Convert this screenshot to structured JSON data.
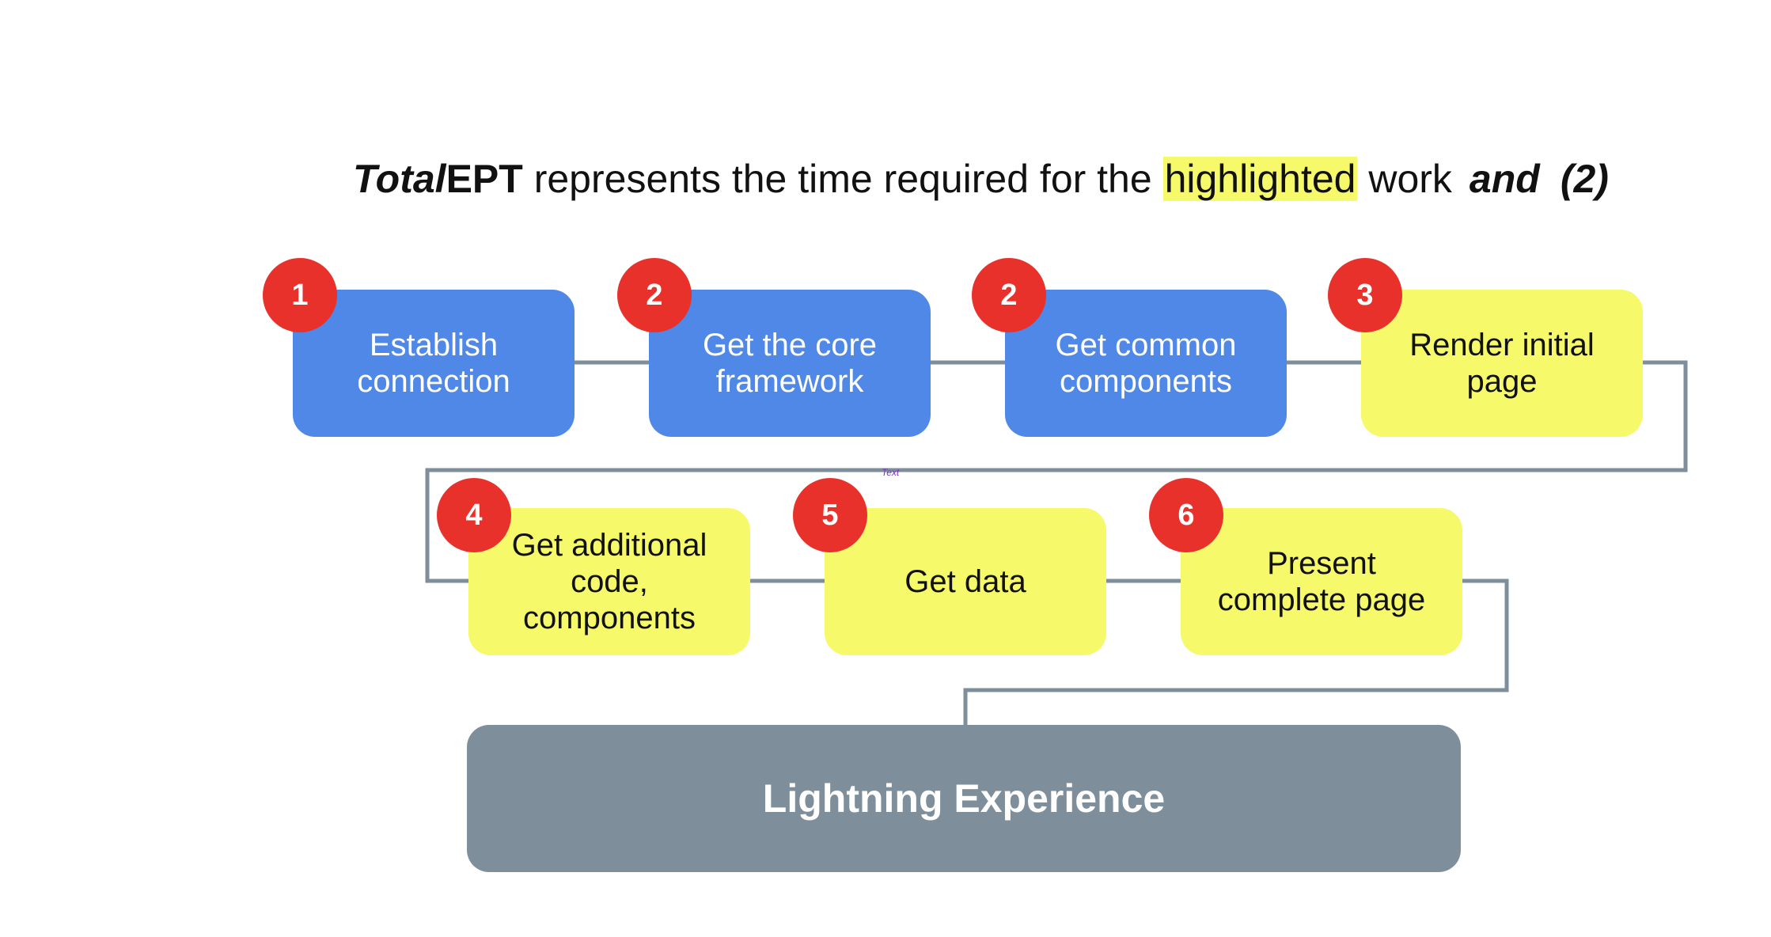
{
  "title": {
    "total": "Total",
    "ept": "EPT",
    "middle": " represents the time required for the ",
    "highlighted": "highlighted",
    "work": " work",
    "and": "and",
    "num": "(2)"
  },
  "steps": [
    {
      "badge": "1",
      "label": "Establish\nconnection",
      "color": "blue"
    },
    {
      "badge": "2",
      "label": "Get the core\nframework",
      "color": "blue"
    },
    {
      "badge": "2",
      "label": "Get common\ncomponents",
      "color": "blue"
    },
    {
      "badge": "3",
      "label": "Render initial\npage",
      "color": "yellow"
    },
    {
      "badge": "4",
      "label": "Get additional\ncode,\ncomponents",
      "color": "yellow"
    },
    {
      "badge": "5",
      "label": "Get data",
      "color": "yellow"
    },
    {
      "badge": "6",
      "label": "Present\ncomplete page",
      "color": "yellow"
    }
  ],
  "annotation": "Text",
  "footer": "Lightning Experience",
  "colors": {
    "blue": "#5088e8",
    "yellow": "#f5f96a",
    "badge_red": "#e8312a",
    "connector": "#7e8f9b",
    "footer_gray": "#7e8f9b"
  }
}
